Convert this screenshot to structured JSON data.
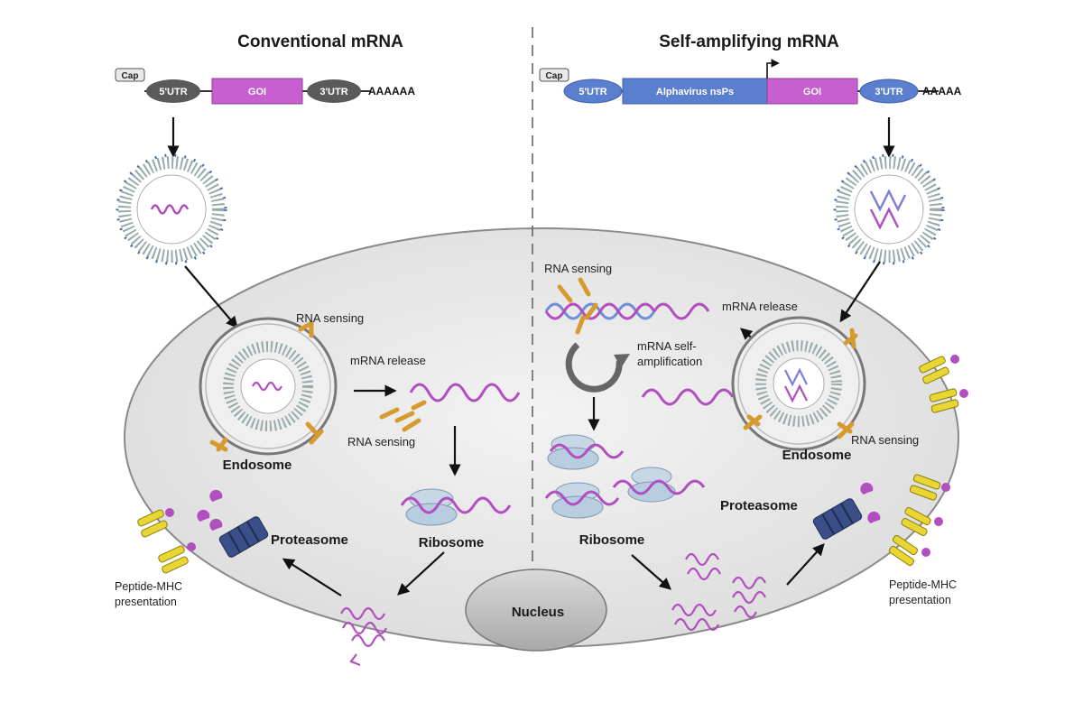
{
  "left_panel": {
    "title": "Conventional mRNA",
    "construct": {
      "cap": "Cap",
      "utr5": "5'UTR",
      "goi": "GOI",
      "utr3": "3'UTR",
      "polyA": "AAAAAA"
    },
    "rna_sensing_top": "RNA sensing",
    "mrna_release": "mRNA release",
    "rna_sensing_bottom": "RNA sensing",
    "endosome": "Endosome",
    "ribosome": "Ribosome",
    "proteasome": "Proteasome",
    "presentation_line1": "Peptide-MHC",
    "presentation_line2": "presentation"
  },
  "right_panel": {
    "title": "Self-amplifying mRNA",
    "construct": {
      "cap": "Cap",
      "utr5": "5'UTR",
      "nsps": "Alphavirus nsPs",
      "goi": "GOI",
      "utr3": "3'UTR",
      "polyA": "AAAAA"
    },
    "rna_sensing_top": "RNA sensing",
    "mrna_release": "mRNA release",
    "amplification_line1": "mRNA self-",
    "amplification_line2": "amplification",
    "endosome": "Endosome",
    "rna_sensing_right": "RNA sensing",
    "ribosome": "Ribosome",
    "proteasome": "Proteasome",
    "presentation_line1": "Peptide-MHC",
    "presentation_line2": "presentation"
  },
  "nucleus": "Nucleus",
  "colors": {
    "goi": "#c85fd0",
    "utr_left": "#5a5a5a",
    "utr_right": "#5b7fcf",
    "nsps": "#5b7fcf",
    "mrna": "#b24fc0",
    "sensor": "#d69a2e",
    "mhc": "#e8d633",
    "proteasome": "#3a4f88",
    "ribosome": "#b9cde0",
    "cell": "#e6e6e6"
  }
}
